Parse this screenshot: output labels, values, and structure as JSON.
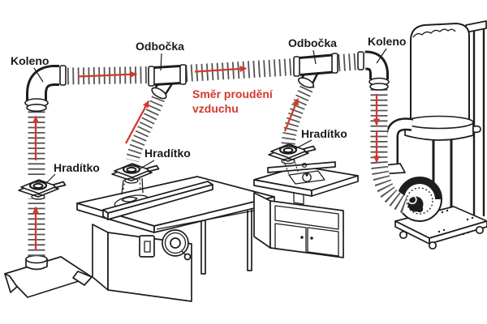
{
  "diagram": {
    "labels": {
      "koleno_left": "Koleno",
      "odbocka_left": "Odbočka",
      "odbocka_right": "Odbočka",
      "koleno_right": "Koleno",
      "hraditko_left": "Hradítko",
      "hraditko_saw": "Hradítko",
      "hraditko_router": "Hradítko"
    },
    "airflow_note": {
      "line1": "Směr proudění",
      "line2": "vzduchu"
    },
    "colors": {
      "line": "#1d1d1b",
      "red": "#d3392e",
      "hose": "#454545",
      "bg": "#ffffff"
    },
    "parts": [
      "floor-sweep",
      "table-saw",
      "router-table",
      "dust-collector",
      "elbow-fitting",
      "y-branch-fitting",
      "blast-gate",
      "flex-hose",
      "airflow-arrow"
    ]
  }
}
